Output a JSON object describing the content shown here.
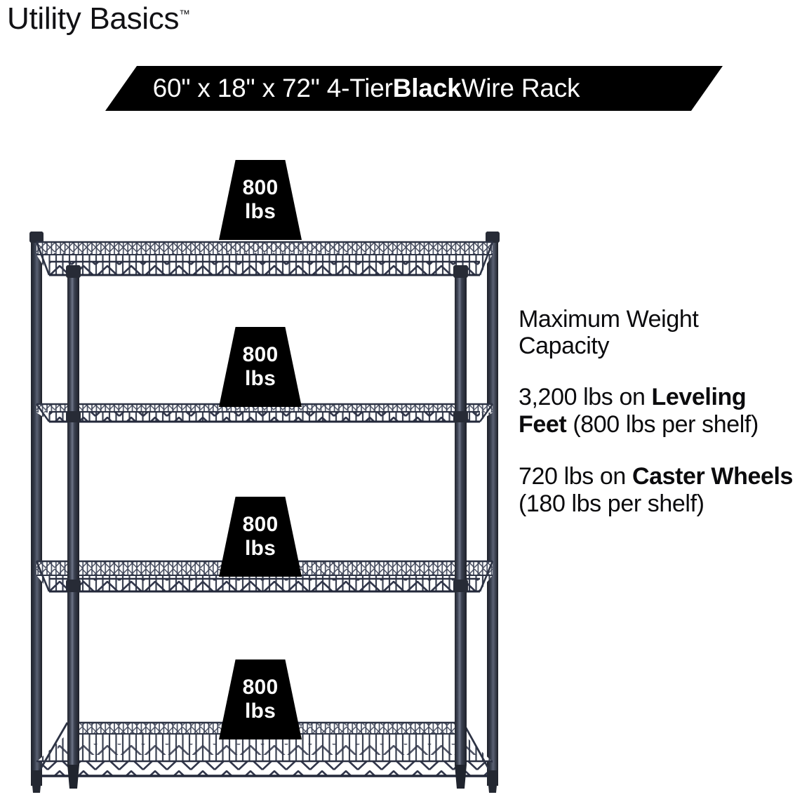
{
  "brand": {
    "name": "Utility Basics",
    "trademark": "™"
  },
  "banner": {
    "text_before_bold": "60\" x 18\" x 72\" 4-Tier ",
    "bold_word": "Black",
    "text_after_bold": " Wire Rack",
    "full_text": "60\" x 18\" x 72\" 4-Tier Black Wire Rack",
    "background_color": "#000000",
    "text_color": "#ffffff"
  },
  "capacity": {
    "heading_line1": "Maximum Weight",
    "heading_line2": "Capacity",
    "heading": "Maximum Weight Capacity",
    "leveling": {
      "lead": "3,200 lbs on ",
      "bold": "Leveling Feet",
      "tail": " (800 lbs per shelf)",
      "full": "3,200 lbs on Leveling Feet (800 lbs per shelf)"
    },
    "caster": {
      "lead": "720 lbs on ",
      "bold": "Caster Wheels",
      "tail": " (180 lbs per shelf)",
      "full": "720 lbs on Caster Wheels (180 lbs per shelf)"
    }
  },
  "rack": {
    "tier_count": 4,
    "frame_color": "#2b2f3c",
    "wire_color": "#3a3f4d",
    "badges": [
      {
        "value": "800",
        "unit": "lbs"
      },
      {
        "value": "800",
        "unit": "lbs"
      },
      {
        "value": "800",
        "unit": "lbs"
      },
      {
        "value": "800",
        "unit": "lbs"
      }
    ]
  }
}
